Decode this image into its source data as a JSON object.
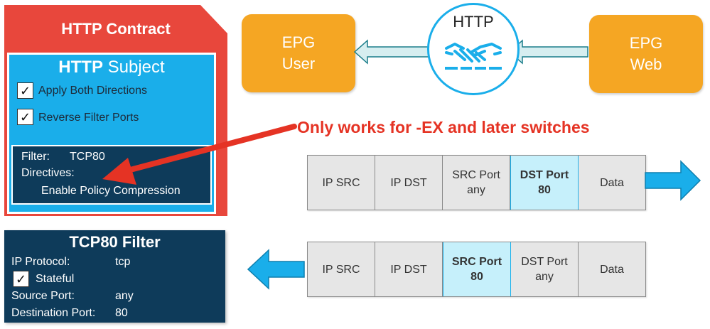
{
  "contract": {
    "title": "HTTP Contract",
    "subject": {
      "title_bold": "HTTP",
      "title_rest": " Subject",
      "options": [
        "Apply Both Directions",
        "Reverse Filter Ports"
      ],
      "filter_label": "Filter:",
      "filter_value": "TCP80",
      "directives_label": "Directives:",
      "directive": "Enable Policy Compression"
    }
  },
  "tcp_filter": {
    "title": "TCP80 Filter",
    "protocol_label": "IP Protocol:",
    "protocol_value": "tcp",
    "stateful_label": "Stateful",
    "source_label": "Source Port:",
    "source_value": "any",
    "dest_label": "Destination Port:",
    "dest_value": "80"
  },
  "epg_user": {
    "line1": "EPG",
    "line2": "User"
  },
  "epg_web": {
    "line1": "EPG",
    "line2": "Web"
  },
  "http_label": "HTTP",
  "warning": "Only works for -EX and later switches",
  "packet_top": [
    {
      "l1": "IP SRC",
      "l2": ""
    },
    {
      "l1": "IP DST",
      "l2": ""
    },
    {
      "l1": "SRC Port",
      "l2": "any"
    },
    {
      "l1": "DST Port",
      "l2": "80"
    },
    {
      "l1": "Data",
      "l2": ""
    }
  ],
  "packet_bottom": [
    {
      "l1": "IP SRC",
      "l2": ""
    },
    {
      "l1": "IP DST",
      "l2": ""
    },
    {
      "l1": "SRC Port",
      "l2": "80"
    },
    {
      "l1": "DST Port",
      "l2": "any"
    },
    {
      "l1": "Data",
      "l2": ""
    }
  ],
  "colors": {
    "contract": "#e8473c",
    "subject": "#1aaeea",
    "navy": "#0e3b5a",
    "epg": "#f5a623",
    "highlight": "#c6f0fb",
    "warning": "#e53324"
  },
  "icons": {
    "handshake": "handshake-icon",
    "check": "check-icon"
  }
}
